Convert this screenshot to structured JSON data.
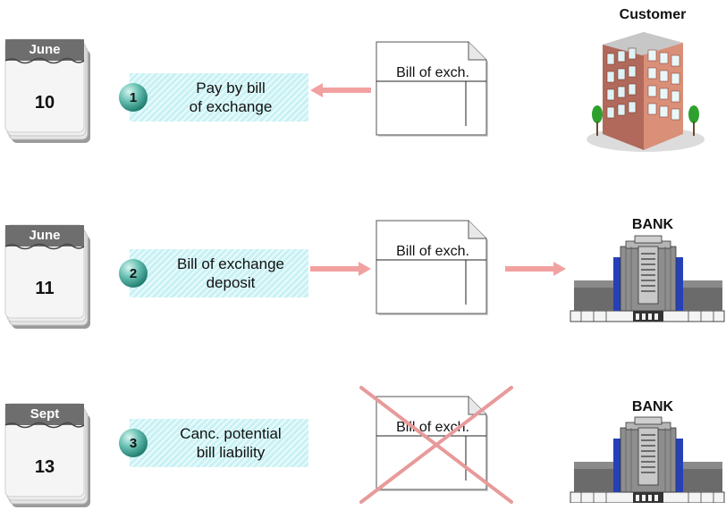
{
  "steps": [
    {
      "month": "June",
      "day": "10",
      "number": "1",
      "text": [
        "Pay by bill",
        "of exchange"
      ],
      "document": "Bill of exch.",
      "entity": "Customer"
    },
    {
      "month": "June",
      "day": "11",
      "number": "2",
      "text": [
        "Bill of exchange",
        "deposit"
      ],
      "document": "Bill of exch.",
      "entity": "BANK"
    },
    {
      "month": "Sept",
      "day": "13",
      "number": "3",
      "text": [
        "Canc. potential",
        "bill liability"
      ],
      "document": "Bill of exch.",
      "entity": "BANK"
    }
  ],
  "colors": {
    "step_fill": "#c9f1f4",
    "arrow": "#f2a1a1",
    "cross": "#e89a9a",
    "calendar": "#6e6e6e"
  }
}
